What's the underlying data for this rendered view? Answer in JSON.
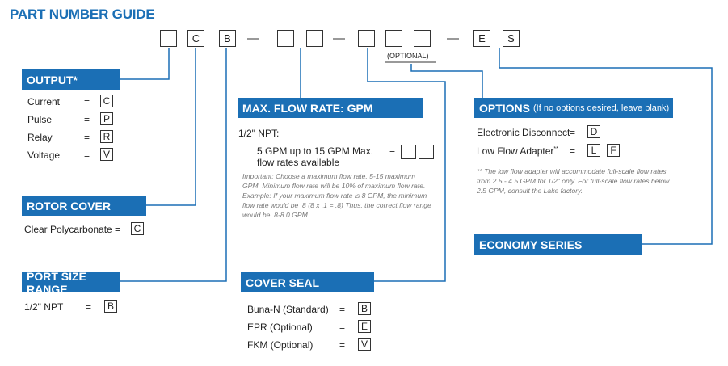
{
  "title": "PART NUMBER GUIDE",
  "part_number": {
    "boxes": [
      "",
      "C",
      "B",
      "",
      "",
      "",
      "",
      "",
      "E",
      "S"
    ],
    "dash": "—",
    "optional_label": "(OPTIONAL)"
  },
  "output": {
    "header": "OUTPUT*",
    "equals": "=",
    "items": [
      {
        "label": "Current",
        "code": "C"
      },
      {
        "label": "Pulse",
        "code": "P"
      },
      {
        "label": "Relay",
        "code": "R"
      },
      {
        "label": "Voltage",
        "code": "V"
      }
    ]
  },
  "rotor_cover": {
    "header": "ROTOR COVER",
    "items": [
      {
        "label": "Clear Polycarbonate =",
        "code": "C"
      }
    ]
  },
  "port_size": {
    "header": "PORT SIZE RANGE",
    "equals": "=",
    "items": [
      {
        "label": "1/2\" NPT",
        "code": "B"
      }
    ]
  },
  "max_flow": {
    "header": "MAX. FLOW RATE: GPM",
    "npt_label": "1/2\" NPT:",
    "range_line1": "5 GPM up to 15 GPM Max.",
    "range_line2": "flow rates available",
    "equals": "=",
    "note": "Important: Choose a maximum flow rate. 5-15 maximum GPM. Minimum flow rate will be 10% of maximum flow rate. Example: If your maximum flow rate is 8 GPM, the minimum flow rate would be .8 (8 x .1 = .8) Thus, the correct flow range would be .8-8.0 GPM."
  },
  "cover_seal": {
    "header": "COVER SEAL",
    "equals": "=",
    "items": [
      {
        "label": "Buna-N (Standard)",
        "code": "B"
      },
      {
        "label": "EPR (Optional)",
        "code": "E"
      },
      {
        "label": "FKM (Optional)",
        "code": "V"
      }
    ]
  },
  "options": {
    "header": "OPTIONS",
    "header_sub": "(If no options desired, leave blank)",
    "equals": "=",
    "electronic_label": "Electronic Disconnect",
    "electronic_code": "D",
    "lowflow_label": "Low Flow Adapter",
    "lowflow_sup": "**",
    "lowflow_codes": [
      "L",
      "F"
    ],
    "note": "** The low flow adapter will accommodate full-scale flow rates from 2.5 - 4.5 GPM for 1/2\" only. For full-scale flow rates below 2.5 GPM, consult the Lake factory."
  },
  "economy": {
    "header": "ECONOMY SERIES"
  },
  "colors": {
    "accent": "#1b6fb5",
    "box_border": "#333333",
    "note_text": "#777777"
  }
}
